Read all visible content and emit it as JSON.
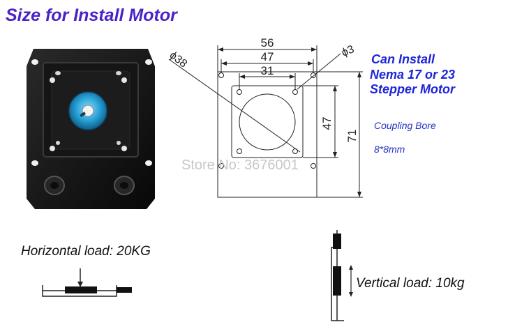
{
  "title": "Size for Install Motor",
  "install": {
    "line1": "Can Install",
    "line2": "Nema 17 or 23",
    "line3": "Stepper Motor"
  },
  "coupling": {
    "label": "Coupling Bore",
    "value": "8*8mm"
  },
  "watermark": "Store No: 3676001",
  "dimensions": {
    "width_outer": "56",
    "width_mid": "47",
    "width_inner": "31",
    "hole": "ϕ3",
    "circle": "ϕ38",
    "height_mid": "47",
    "height_outer": "71"
  },
  "loads": {
    "horizontal": "Horizontal load: 20KG",
    "vertical": "Vertical load: 10kg"
  },
  "colors": {
    "title": "#4b22c8",
    "accent_blue": "#1f25d8",
    "coupler": "#2aa4d8",
    "plate": "#111111"
  }
}
